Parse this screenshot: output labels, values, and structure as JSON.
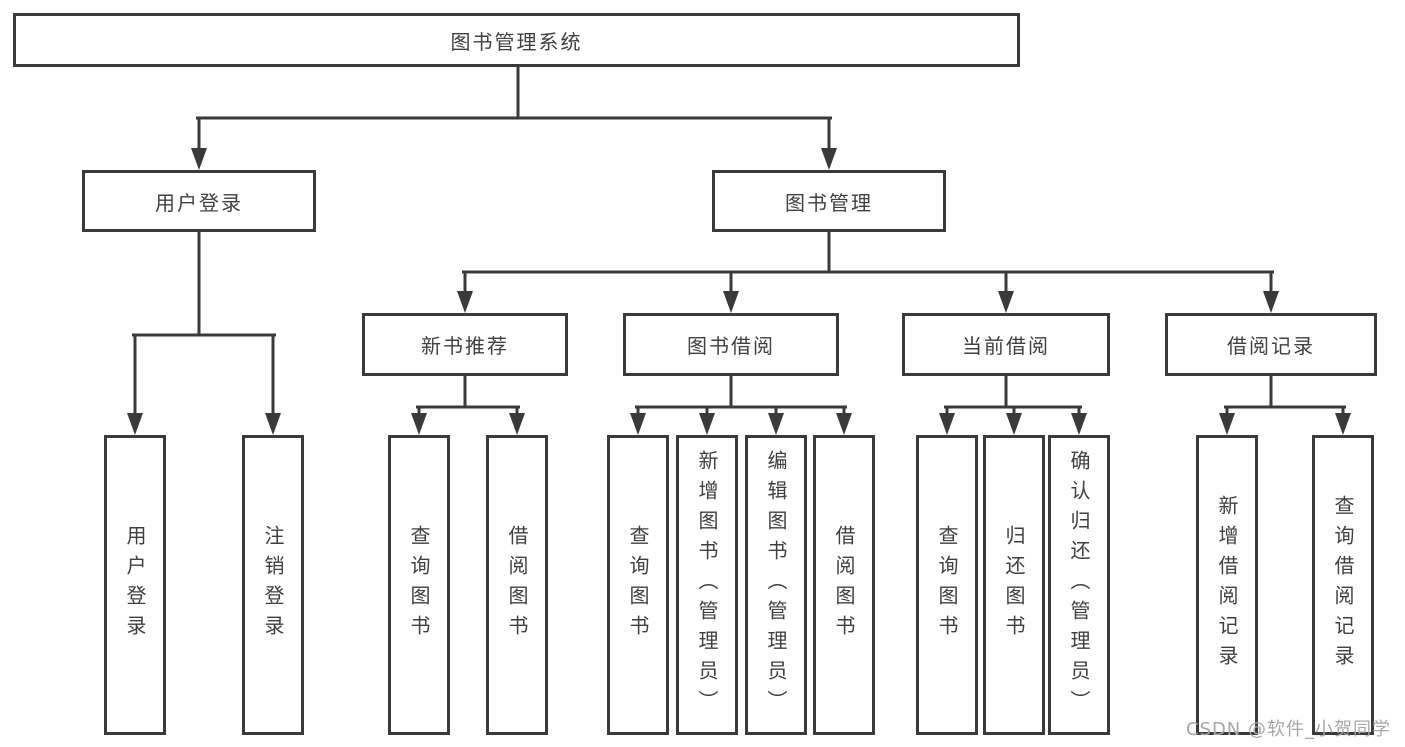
{
  "tree": {
    "label": "图书管理系统",
    "children": [
      {
        "label": "用户登录",
        "children": [
          {
            "label": "用户登录"
          },
          {
            "label": "注销登录"
          }
        ]
      },
      {
        "label": "图书管理",
        "children": [
          {
            "label": "新书推荐",
            "children": [
              {
                "label": "查询图书"
              },
              {
                "label": "借阅图书"
              }
            ]
          },
          {
            "label": "图书借阅",
            "children": [
              {
                "label": "查询图书"
              },
              {
                "label": "新增图书（管理员）"
              },
              {
                "label": "编辑图书（管理员）"
              },
              {
                "label": "借阅图书"
              }
            ]
          },
          {
            "label": "当前借阅",
            "children": [
              {
                "label": "查询图书"
              },
              {
                "label": "归还图书"
              },
              {
                "label": "确认归还（管理员）"
              }
            ]
          },
          {
            "label": "借阅记录",
            "children": [
              {
                "label": "新增借阅记录"
              },
              {
                "label": "查询借阅记录"
              }
            ]
          }
        ]
      }
    ]
  },
  "watermark": "CSDN @软件_小贺同学",
  "colors": {
    "line": "#3a3a3a",
    "text": "#3f3f3f",
    "watermark": "#a8a8a8",
    "bg": "#ffffff",
    "box_bg": "#ffffff"
  }
}
